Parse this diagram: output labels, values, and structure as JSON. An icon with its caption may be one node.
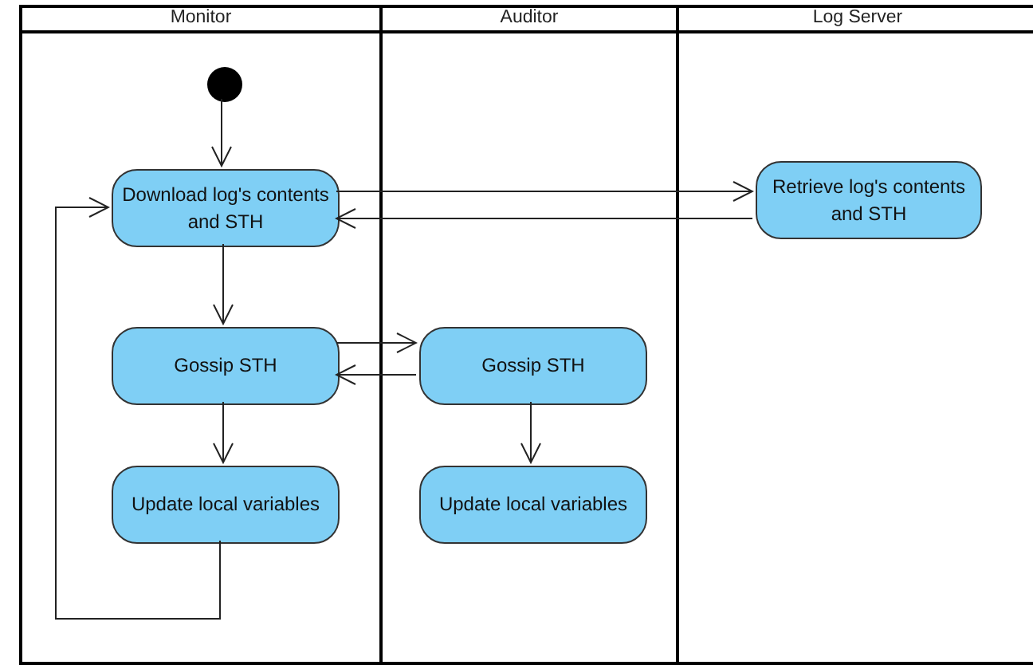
{
  "diagram": {
    "nodes": [
      {
        "text": [
          "Monitor"
        ]
      },
      {
        "text": [
          "Auditor"
        ]
      },
      {
        "text": [
          "Log Server"
        ]
      },
      {
        "text": [],
        "shape": "circle",
        "in": 0
      },
      {
        "text": [
          "Download log's contents and STH"
        ],
        "in": 0
      },
      {
        "text": [
          "Retrieve log's contents and STH"
        ],
        "in": 2
      },
      {
        "text": [
          "Gossip STH"
        ],
        "in": 0
      },
      {
        "text": [
          "Gossip STH"
        ],
        "in": 1
      },
      {
        "text": [
          "Update local variables"
        ],
        "in": 0
      },
      {
        "text": [
          "Update local variables"
        ],
        "in": 1
      }
    ],
    "edges": [
      {
        "from": 3,
        "to": 4,
        "arrow": "to"
      },
      {
        "from": 4,
        "to": 5,
        "arrow": "to"
      },
      {
        "from": 5,
        "to": 4,
        "arrow": "to"
      },
      {
        "from": 4,
        "to": 6,
        "arrow": "to"
      },
      {
        "from": 6,
        "to": 7,
        "arrow": "to"
      },
      {
        "from": 7,
        "to": 6,
        "arrow": "to"
      },
      {
        "from": 6,
        "to": 8,
        "arrow": "to"
      },
      {
        "from": 7,
        "to": 9,
        "arrow": "to"
      },
      {
        "from": 8,
        "to": 4,
        "arrow": "to"
      }
    ]
  }
}
